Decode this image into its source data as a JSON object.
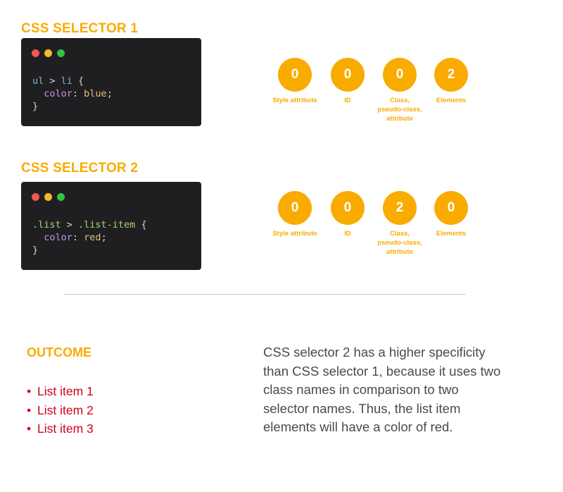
{
  "selector1": {
    "title": "CSS SELECTOR 1",
    "code_lines": [
      [
        {
          "text": "ul",
          "color": "#79b8d6"
        },
        {
          "text": " > ",
          "color": "#d4d4d4"
        },
        {
          "text": "li",
          "color": "#79b8d6"
        },
        {
          "text": " {",
          "color": "#d4d4d4"
        }
      ],
      [
        {
          "text": "  color",
          "color": "#c792ea"
        },
        {
          "text": ": ",
          "color": "#d4d4d4"
        },
        {
          "text": "blue",
          "color": "#e6c07b"
        },
        {
          "text": ";",
          "color": "#d4d4d4"
        }
      ],
      [
        {
          "text": "}",
          "color": "#d4d4d4"
        }
      ]
    ],
    "specificity": [
      {
        "value": "0",
        "label": "Style attribute"
      },
      {
        "value": "0",
        "label": "ID"
      },
      {
        "value": "0",
        "label": "Class,\npseudo-class,\nattribute"
      },
      {
        "value": "2",
        "label": "Elements"
      }
    ]
  },
  "selector2": {
    "title": "CSS SELECTOR 2",
    "code_lines": [
      [
        {
          "text": ".list",
          "color": "#a5d36c"
        },
        {
          "text": " > ",
          "color": "#d4d4d4"
        },
        {
          "text": ".list-item",
          "color": "#a5d36c"
        },
        {
          "text": " {",
          "color": "#d4d4d4"
        }
      ],
      [
        {
          "text": "  color",
          "color": "#c792ea"
        },
        {
          "text": ": ",
          "color": "#d4d4d4"
        },
        {
          "text": "red",
          "color": "#e6c07b"
        },
        {
          "text": ";",
          "color": "#d4d4d4"
        }
      ],
      [
        {
          "text": "}",
          "color": "#d4d4d4"
        }
      ]
    ],
    "specificity": [
      {
        "value": "0",
        "label": "Style attribute"
      },
      {
        "value": "0",
        "label": "ID"
      },
      {
        "value": "2",
        "label": "Class,\npseudo-class,\nattribute"
      },
      {
        "value": "0",
        "label": "Elements"
      }
    ]
  },
  "window_dots": [
    "#ee5a52",
    "#f5b82e",
    "#2bc840"
  ],
  "outcome": {
    "title": "OUTCOME",
    "items": [
      "List item 1",
      "List item 2",
      "List item 3"
    ],
    "explanation": "CSS selector 2 has a higher specificity than CSS selector 1, because it uses two class names in comparison to two selector names. Thus, the list item elements will have a color of red."
  },
  "colors": {
    "accent": "#f9ab00",
    "code_background": "#1f1f21",
    "list_text": "#d0021b",
    "body_text": "#4a4a4a"
  }
}
